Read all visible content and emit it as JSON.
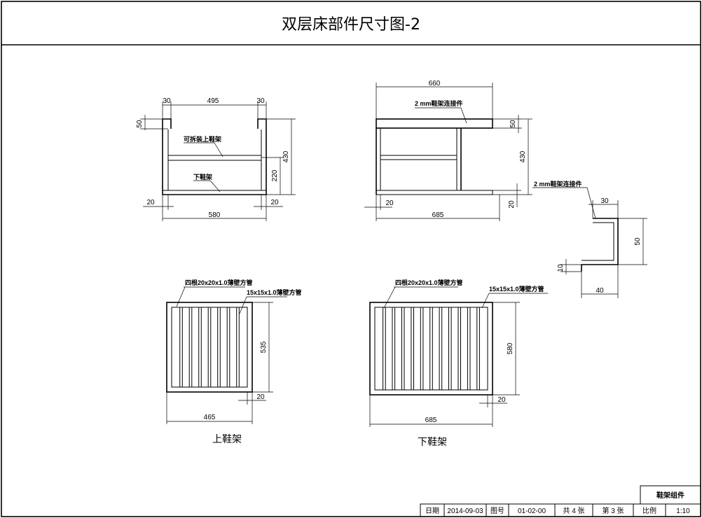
{
  "sheet": {
    "title": "双层床部件尺寸图-2"
  },
  "upper_side_view": {
    "dim_top_left": "30",
    "dim_top_mid": "495",
    "dim_top_right": "30",
    "dim_left_height": "50",
    "dim_total_height": "430",
    "dim_lower_height": "220",
    "dim_bottom_left": "20",
    "dim_bottom_right": "20",
    "dim_width": "580",
    "note_upper": "可拆装上鞋架",
    "note_lower": "下鞋架"
  },
  "lower_side_view": {
    "dim_top": "660",
    "dim_right_top": "50",
    "dim_height": "430",
    "dim_bottom_right": "20",
    "dim_bottom_left": "20",
    "dim_width": "685",
    "note_top": "2 mm鞋架连接件"
  },
  "connector": {
    "note": "2 mm鞋架连接件",
    "dim_top": "30",
    "dim_height": "50",
    "dim_lip": "10",
    "dim_width": "40"
  },
  "upper_shoe_rack": {
    "note_frame": "四根20x20x1.0薄壁方管",
    "note_slat": "15x15x1.0薄壁方管",
    "dim_height": "535",
    "dim_gap": "20",
    "dim_width": "465",
    "caption": "上鞋架"
  },
  "lower_shoe_rack": {
    "note_frame": "四根20x20x1.0薄壁方管",
    "note_slat": "15x15x1.0薄壁方管",
    "dim_height": "580",
    "dim_gap": "20",
    "dim_width": "685",
    "caption": "下鞋架"
  },
  "title_block": {
    "part_name": "鞋架组件",
    "date_label": "日期",
    "date_value": "2014-09-03",
    "drawing_no_label": "图号",
    "drawing_no_value": "01-02-00",
    "total_sheets": "共 4 张",
    "sheet_no": "第 3 张",
    "scale_label": "比例",
    "scale_value": "1:10"
  }
}
